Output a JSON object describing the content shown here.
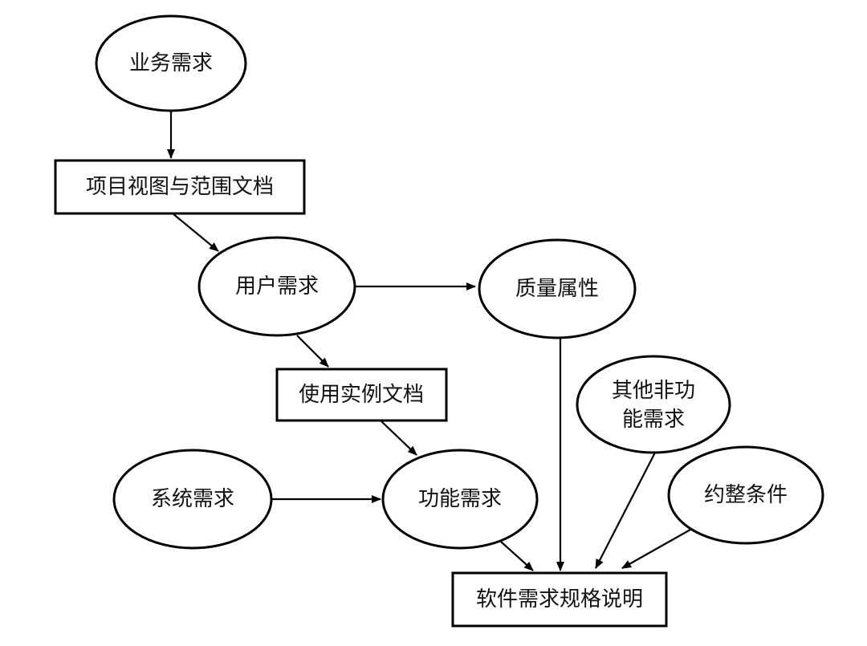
{
  "diagram": {
    "nodes": {
      "business_requirements": "业务需求",
      "vision_scope_document": "项目视图与范围文档",
      "user_requirements": "用户需求",
      "quality_attributes": "质量属性",
      "use_case_document": "使用实例文档",
      "other_nonfunctional_line1": "其他非功",
      "other_nonfunctional_line2": "能需求",
      "system_requirements": "系统需求",
      "functional_requirements": "功能需求",
      "constraints": "约整条件",
      "software_requirements_spec": "软件需求规格说明"
    },
    "edges": [
      {
        "from": "business_requirements",
        "to": "vision_scope_document"
      },
      {
        "from": "vision_scope_document",
        "to": "user_requirements"
      },
      {
        "from": "user_requirements",
        "to": "quality_attributes"
      },
      {
        "from": "user_requirements",
        "to": "use_case_document"
      },
      {
        "from": "use_case_document",
        "to": "functional_requirements"
      },
      {
        "from": "system_requirements",
        "to": "functional_requirements"
      },
      {
        "from": "functional_requirements",
        "to": "software_requirements_spec"
      },
      {
        "from": "quality_attributes",
        "to": "software_requirements_spec"
      },
      {
        "from": "other_nonfunctional",
        "to": "software_requirements_spec"
      },
      {
        "from": "constraints",
        "to": "software_requirements_spec"
      }
    ]
  }
}
